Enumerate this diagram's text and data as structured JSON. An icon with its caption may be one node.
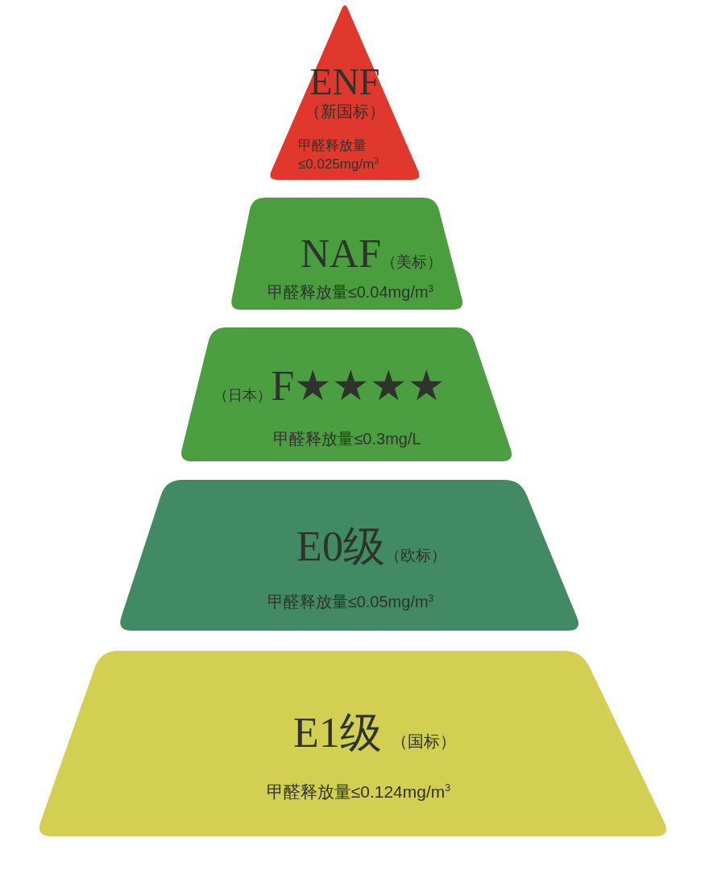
{
  "diagram": {
    "nodes": [
      {
        "text": [
          "ENF",
          "（新国标）",
          "甲醛释放量≤0.025mg/m$^{3}$"
        ]
      },
      {
        "text": [
          "NAF",
          "（美标）",
          "甲醛释放量≤0.04mg/m$^{3}$"
        ]
      },
      {
        "text": [
          "（日本）",
          "F★★★★",
          "甲醛释放量≤0.3mg/L"
        ]
      },
      {
        "text": [
          "E0级",
          "（欧标）",
          "甲醛释放量≤0.05mg/m$^{3}$"
        ]
      },
      {
        "text": [
          "E1级",
          "（国标）",
          "甲醛释放量≤0.124mg/m$^{3}$"
        ]
      }
    ]
  }
}
